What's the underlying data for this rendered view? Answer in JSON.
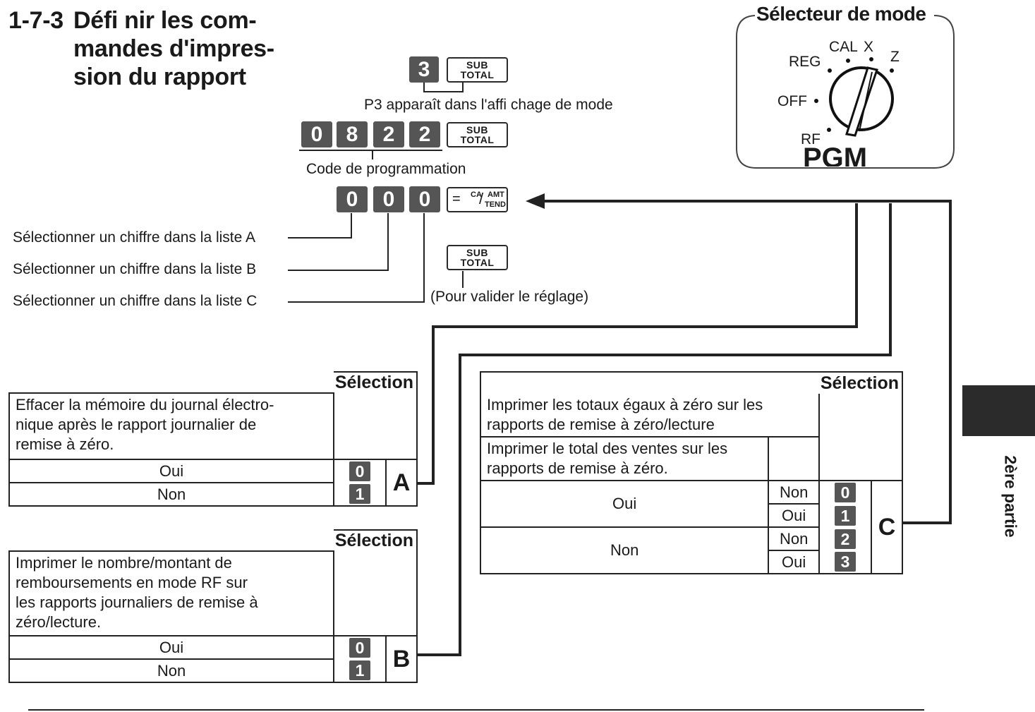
{
  "heading": {
    "number": "1-7-3",
    "line1": "Défi nir les com-",
    "line2": "mandes d'impres-",
    "line3": "sion du rapport"
  },
  "mode_selector": {
    "title": "Sélecteur de mode",
    "positions": [
      "CAL",
      "X",
      "REG",
      "Z",
      "OFF",
      "RF",
      "PGM"
    ]
  },
  "steps": {
    "step1_key": "3",
    "subtotal_top": "SUB",
    "subtotal_bottom": "TOTAL",
    "step1_caption": "P3 apparaît dans l'affi chage de mode",
    "code_keys": [
      "0",
      "8",
      "2",
      "2"
    ],
    "code_caption": "Code de programmation",
    "select_keys": [
      "0",
      "0",
      "0"
    ],
    "ca_eq": "=",
    "ca_top": "CA",
    "ca_slash": "/",
    "ca_bottom": "AMT",
    "ca_tend": "TEND",
    "list_a": "Sélectionner un chiffre dans la liste A",
    "list_b": "Sélectionner un chiffre dans la liste B",
    "list_c": "Sélectionner un chiffre dans la liste C",
    "validate_caption": "(Pour valider le réglage)"
  },
  "table_a": {
    "header": "Sélection",
    "description": "Effacer la mémoire du journal électro-nique après le rapport journalier de remise à zéro.",
    "desc_lines": [
      "Effacer la mémoire du journal électro-",
      "nique après le rapport journalier de",
      "remise à zéro."
    ],
    "rows": [
      {
        "label": "Oui",
        "value": "0"
      },
      {
        "label": "Non",
        "value": "1"
      }
    ],
    "letter": "A"
  },
  "table_b": {
    "header": "Sélection",
    "desc_lines": [
      "Imprimer le nombre/montant de",
      "remboursements en mode RF sur",
      "les rapports journaliers de remise à",
      "zéro/lecture."
    ],
    "rows": [
      {
        "label": "Oui",
        "value": "0"
      },
      {
        "label": "Non",
        "value": "1"
      }
    ],
    "letter": "B"
  },
  "table_c": {
    "header": "Sélection",
    "desc1_lines": [
      "Imprimer les totaux égaux à zéro sur les",
      "rapports de remise à zéro/lecture"
    ],
    "desc2_lines": [
      "Imprimer le total des ventes sur les",
      "rapports de remise à zéro."
    ],
    "rows": [
      {
        "outer": "Oui",
        "inner": "Non",
        "value": "0"
      },
      {
        "outer": "Oui",
        "inner": "Oui",
        "value": "1"
      },
      {
        "outer": "Non",
        "inner": "Non",
        "value": "2"
      },
      {
        "outer": "Non",
        "inner": "Oui",
        "value": "3"
      }
    ],
    "letter": "C"
  },
  "side_tab": {
    "label": "2ère partie"
  }
}
